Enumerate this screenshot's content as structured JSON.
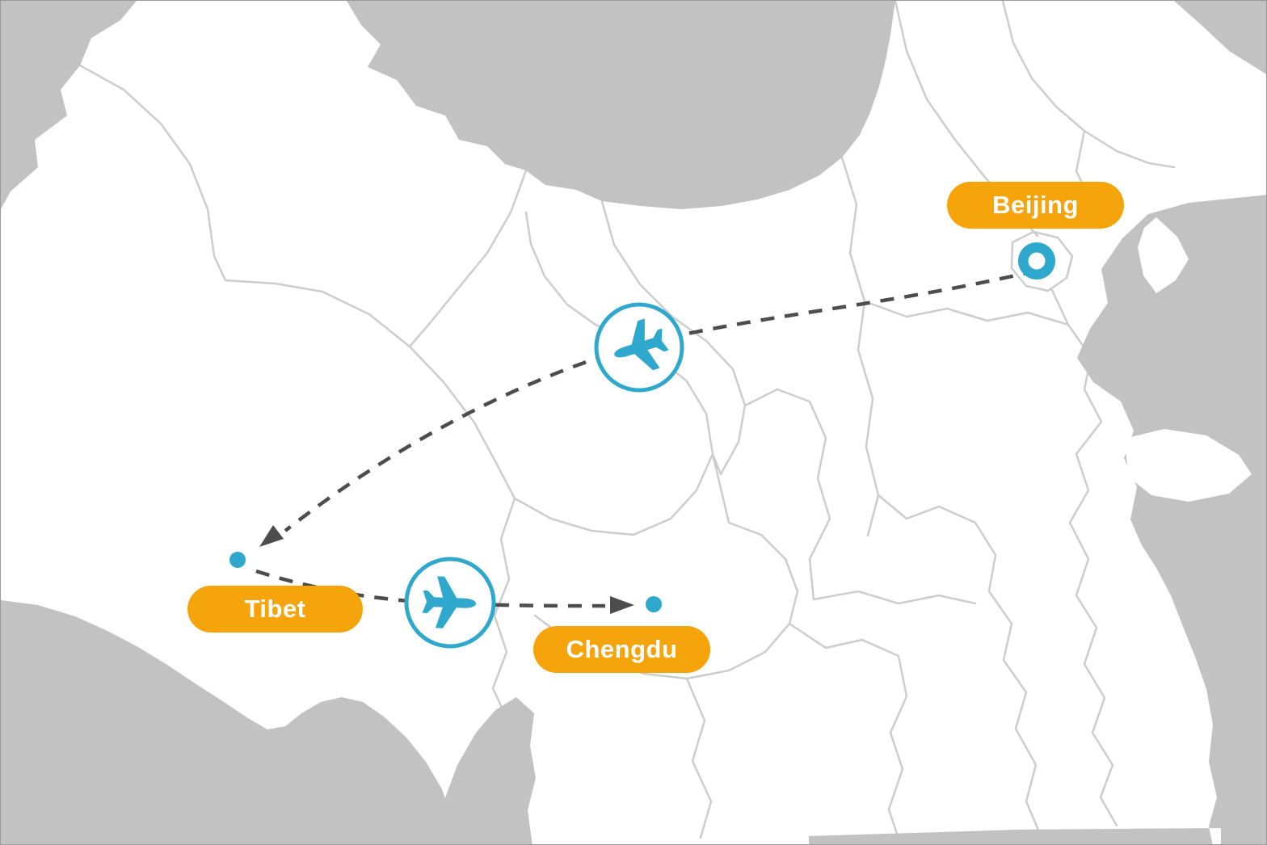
{
  "labels": {
    "beijing": "Beijing",
    "tibet": "Tibet",
    "chengdu": "Chengdu"
  },
  "routes": [
    {
      "from": "Beijing",
      "to": "Tibet",
      "mode": "flight"
    },
    {
      "from": "Tibet",
      "to": "Chengdu",
      "mode": "flight"
    }
  ],
  "icons": {
    "airplane": "airplane-icon",
    "origin_marker": "origin-ring-marker",
    "destination_dot": "city-dot-marker",
    "arrowhead": "arrowhead-icon"
  },
  "colors": {
    "label_bg": "#F5A40B",
    "label_text": "#FFFFFF",
    "accent_blue": "#2FA8CD",
    "outside_fill": "#C2C2C2",
    "land_fill": "#FFFFFF",
    "border_line": "#CDCDCD",
    "route_line": "#4D4D4D"
  }
}
